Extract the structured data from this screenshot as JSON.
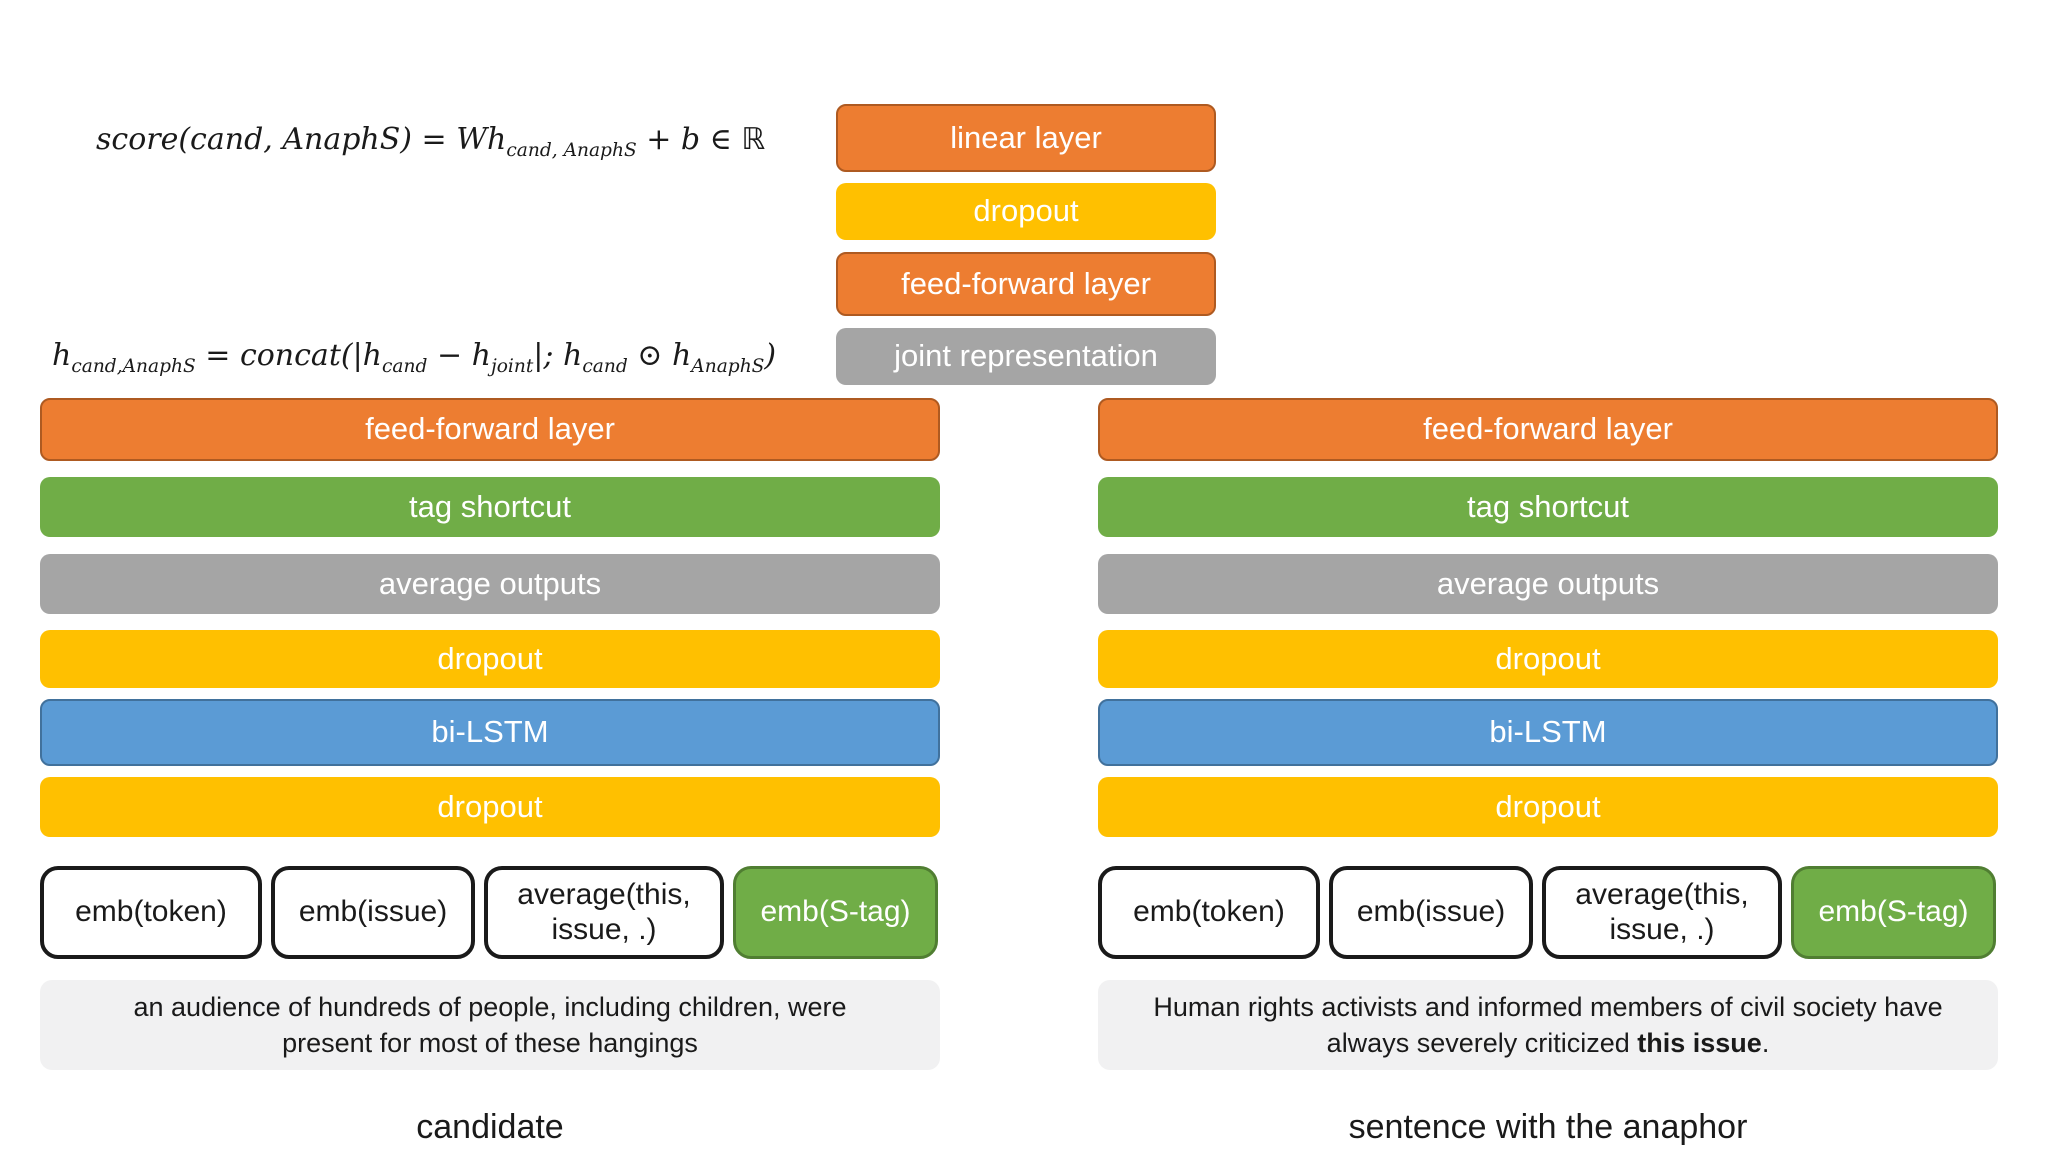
{
  "colors": {
    "orange": "#ED7D31",
    "orange_border": "#AE5A21",
    "yellow": "#FFC000",
    "green": "#70AD47",
    "green_border": "#507E32",
    "gray": "#A5A5A5",
    "blue": "#5B9BD5",
    "blue_border": "#41719C",
    "sentence_background": "#F1F1F2",
    "embedding_border": "#1a1a1a",
    "text_on_color": "#FFFFFF",
    "text_dark": "#1a1a1a",
    "page_background": "#FFFFFF"
  },
  "formulas": {
    "score": [
      {
        "text": "score(cand, AnaphS) = Wh"
      },
      {
        "text": "cand, AnaphS"
      },
      {
        "text": " + b ∈ ℝ"
      }
    ],
    "joint": [
      {
        "text": "h"
      },
      {
        "text": "cand,AnaphS"
      },
      {
        "text": " = concat(|h"
      },
      {
        "text": "cand"
      },
      {
        "text": " − h"
      },
      {
        "text": "joint"
      },
      {
        "text": "|; h"
      },
      {
        "text": "cand"
      },
      {
        "text": " ⊙ h"
      },
      {
        "text": "AnaphS"
      },
      {
        "text": ")"
      }
    ]
  },
  "scoring_stack": {
    "layers": [
      {
        "label": "linear layer",
        "color": "orange"
      },
      {
        "label": "dropout",
        "color": "yellow"
      },
      {
        "label": "feed-forward layer",
        "color": "orange"
      },
      {
        "label": "joint representation",
        "color": "gray"
      }
    ]
  },
  "columns": [
    {
      "caption": "candidate",
      "layers": [
        {
          "label": "feed-forward layer",
          "color": "orange"
        },
        {
          "label": "tag shortcut",
          "color": "green"
        },
        {
          "label": "average outputs",
          "color": "gray"
        },
        {
          "label": "dropout",
          "color": "yellow"
        },
        {
          "label": "bi-LSTM",
          "color": "blue"
        },
        {
          "label": "dropout",
          "color": "yellow"
        }
      ],
      "embeddings": [
        {
          "label": "emb(token)",
          "color": "white"
        },
        {
          "label": "emb(issue)",
          "color": "white"
        },
        {
          "line1": "average(this,",
          "line2": "issue, .)",
          "color": "white"
        },
        {
          "label": "emb(S-tag)",
          "color": "green"
        }
      ],
      "sentence": {
        "line1": "an audience of hundreds of people, including children, were",
        "line2": "present for most of these hangings"
      }
    },
    {
      "caption": "sentence with the anaphor",
      "layers": [
        {
          "label": "feed-forward layer",
          "color": "orange"
        },
        {
          "label": "tag shortcut",
          "color": "green"
        },
        {
          "label": "average outputs",
          "color": "gray"
        },
        {
          "label": "dropout",
          "color": "yellow"
        },
        {
          "label": "bi-LSTM",
          "color": "blue"
        },
        {
          "label": "dropout",
          "color": "yellow"
        }
      ],
      "embeddings": [
        {
          "label": "emb(token)",
          "color": "white"
        },
        {
          "label": "emb(issue)",
          "color": "white"
        },
        {
          "line1": "average(this,",
          "line2": "issue, .)",
          "color": "white"
        },
        {
          "label": "emb(S-tag)",
          "color": "green"
        }
      ],
      "sentence": {
        "line1": "Human rights activists and informed members of civil society have",
        "line2_before": "always severely criticized ",
        "line2_bold": "this issue",
        "line2_after": "."
      }
    }
  ]
}
